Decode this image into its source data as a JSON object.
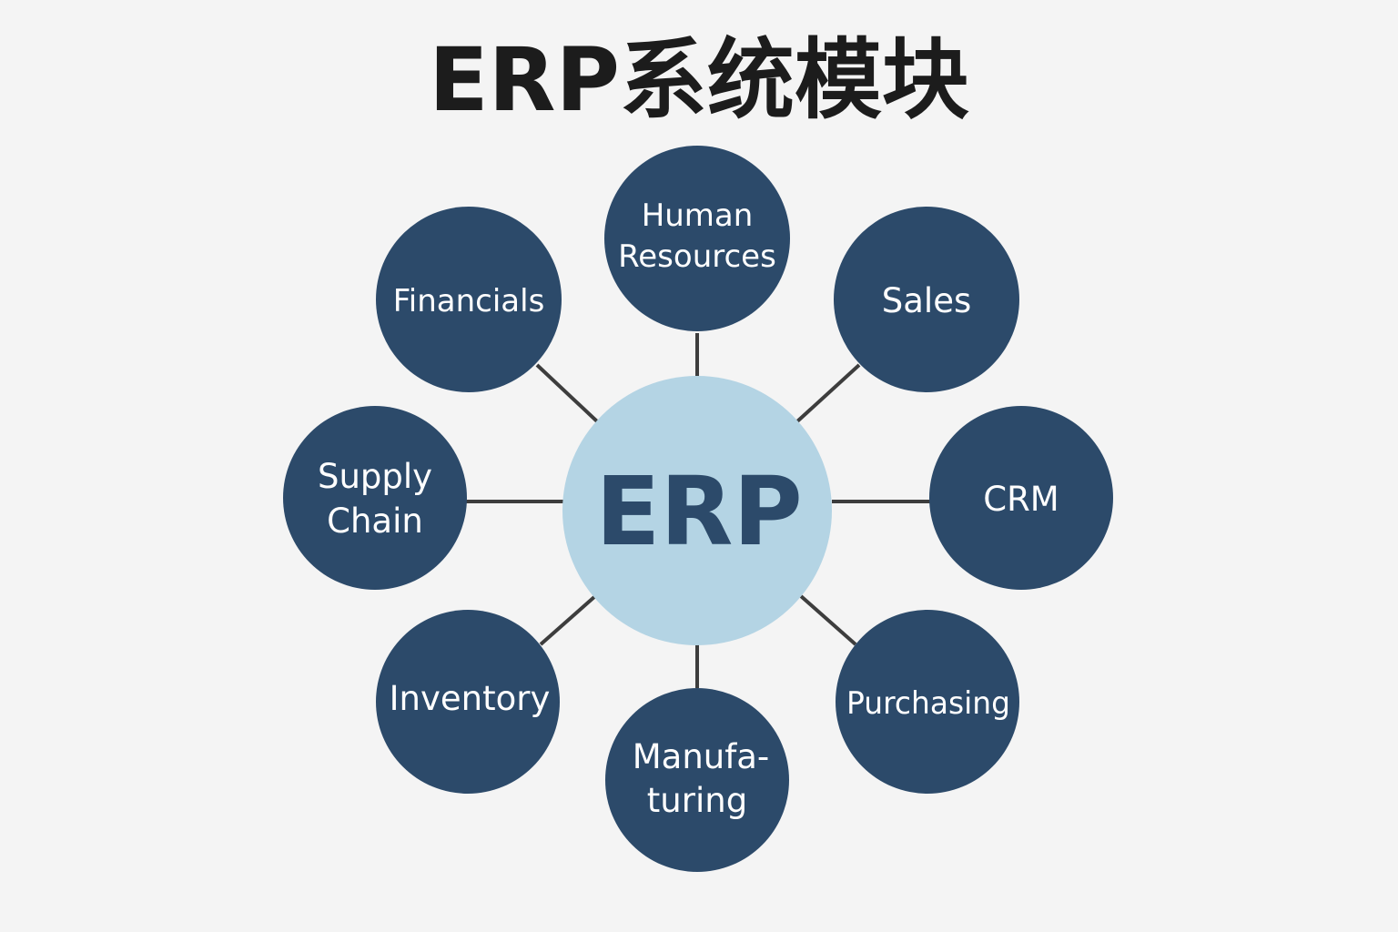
{
  "title": "ERP系统模块",
  "colors": {
    "background": "#f4f4f4",
    "title": "#1c1c1c",
    "module_fill": "#2c4a6a",
    "module_text": "#ffffff",
    "hub_fill": "#b4d4e4",
    "hub_text": "#2c4a6a",
    "connector": "#3d3d3d"
  },
  "hub": {
    "label": "ERP"
  },
  "modules": [
    {
      "lines": [
        "Human",
        "Resources"
      ]
    },
    {
      "lines": [
        "Sales"
      ]
    },
    {
      "lines": [
        "CRM"
      ]
    },
    {
      "lines": [
        "Purchasing"
      ]
    },
    {
      "lines": [
        "Manufa-",
        "turing"
      ]
    },
    {
      "lines": [
        "Inventory"
      ]
    },
    {
      "lines": [
        "Supply",
        "Chain"
      ]
    },
    {
      "lines": [
        "Financials"
      ]
    }
  ]
}
